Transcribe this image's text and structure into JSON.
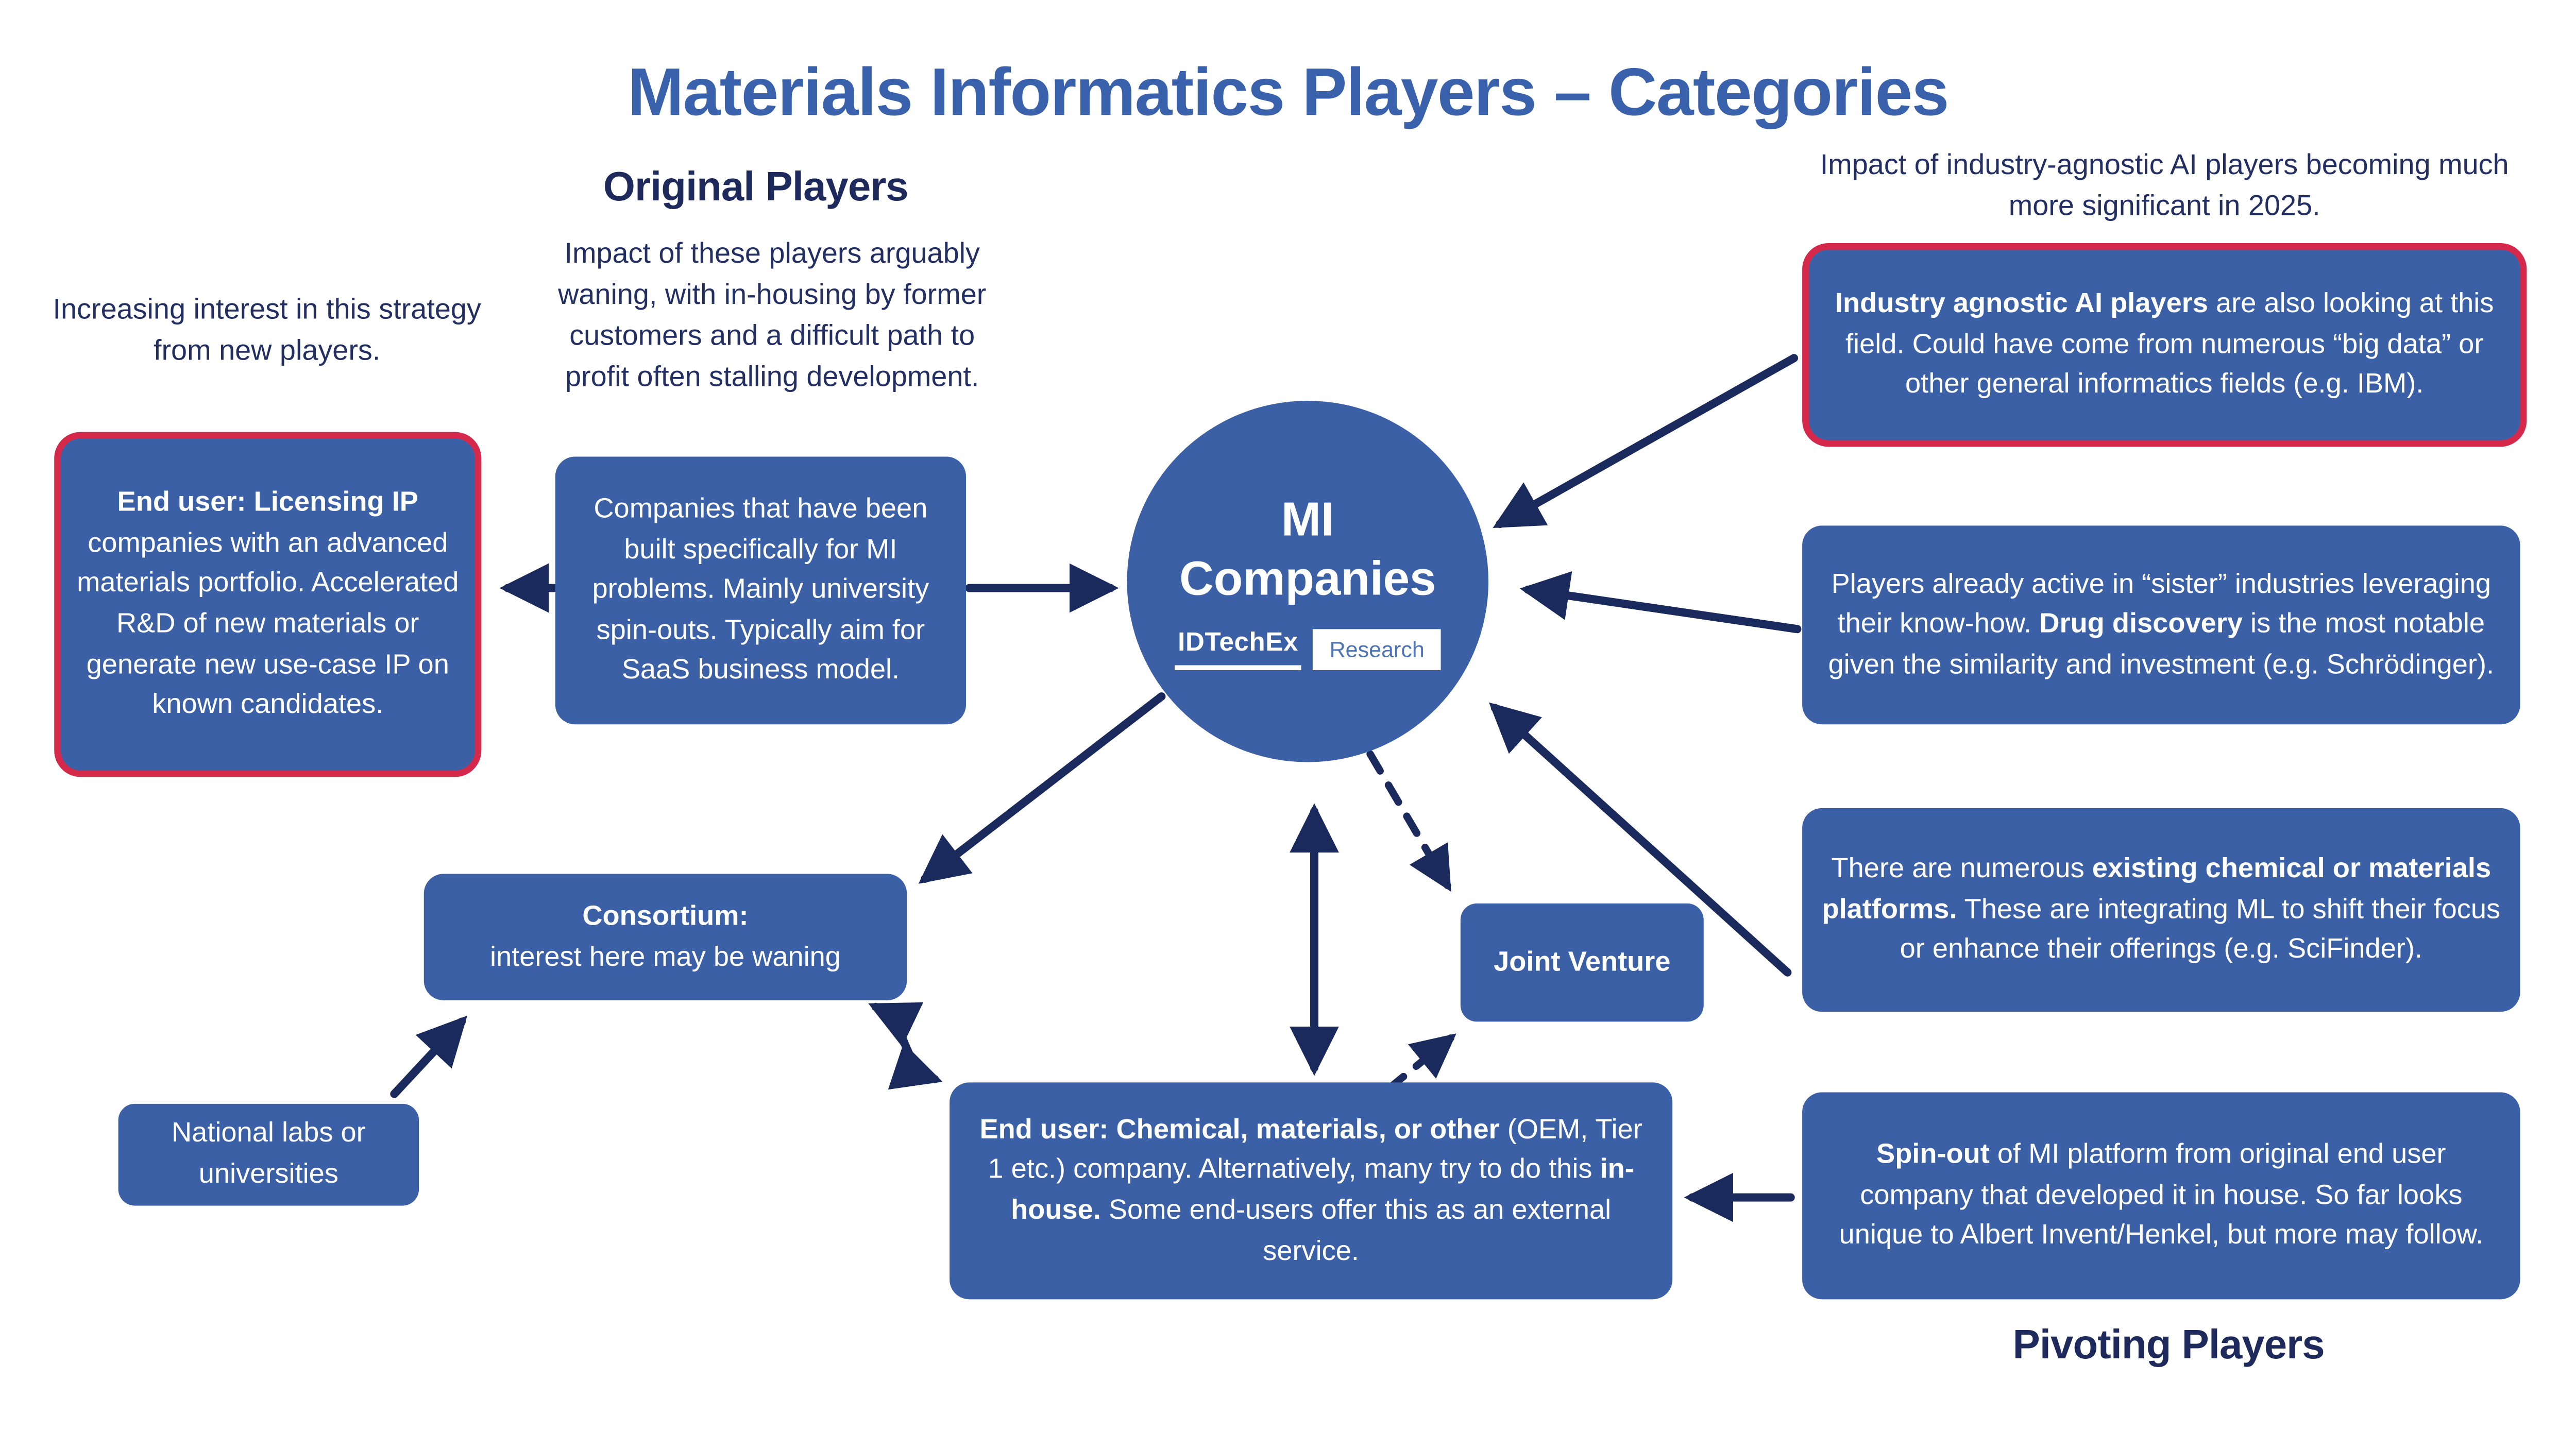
{
  "title": "Materials Informatics Players – Categories",
  "colors": {
    "title_blue": "#3A62AC",
    "box_blue": "#3B60A6",
    "navy_text": "#232F63",
    "arrow_navy": "#1B2A5C",
    "highlight_red": "#D5294B",
    "research_blue": "#4D74B3"
  },
  "original_players": {
    "heading": "Original Players",
    "note": "Impact of these players arguably waning, with in-housing by former customers and a difficult path to profit often stalling development."
  },
  "left_note": "Increasing interest in this strategy from new players.",
  "licensing_box": {
    "bold": "End user: Licensing IP",
    "rest": " companies with an advanced materials portfolio. Accelerated R&D of new materials or generate new use-case IP on known candidates."
  },
  "specialist_box": "Companies that have been built specifically for MI problems. Mainly university spin-outs. Typically aim for SaaS business model.",
  "circle": {
    "line1": "MI",
    "line2": "Companies",
    "logo_brand": "IDTechEx",
    "logo_sub": "Research"
  },
  "agnostic_note": "Impact of industry-agnostic AI players becoming much more significant in 2025.",
  "agnostic_box": {
    "bold": "Industry agnostic AI players",
    "rest": " are also looking at this field. Could have come from numerous “big data” or other general informatics fields (e.g. IBM)."
  },
  "sister_box": {
    "pre": "Players already active in “sister” industries leveraging their know-how. ",
    "bold": "Drug discovery",
    "post": " is the most notable given the similarity and investment (e.g. Schrödinger)."
  },
  "platforms_box": {
    "pre": "There are numerous ",
    "bold": "existing chemical or materials platforms.",
    "post": " These are integrating ML to shift their focus or enhance their offerings (e.g. SciFinder)."
  },
  "spinout_box": {
    "bold": "Spin-out",
    "rest": " of MI platform from original end user company that developed it in house. So far looks unique to Albert Invent/Henkel, but more may follow."
  },
  "pivoting_heading": "Pivoting Players",
  "consortium_box": {
    "bold": "Consortium:",
    "rest": "interest here may be waning"
  },
  "national_box": "National labs or universities",
  "enduser_box": {
    "bold1": "End user: Chemical, materials, or other",
    "mid": " (OEM, Tier 1 etc.) company. Alternatively, many try to do this ",
    "bold2": "in-house.",
    "end": " Some end-users offer this as an external service."
  },
  "joint_venture_box": "Joint Venture"
}
